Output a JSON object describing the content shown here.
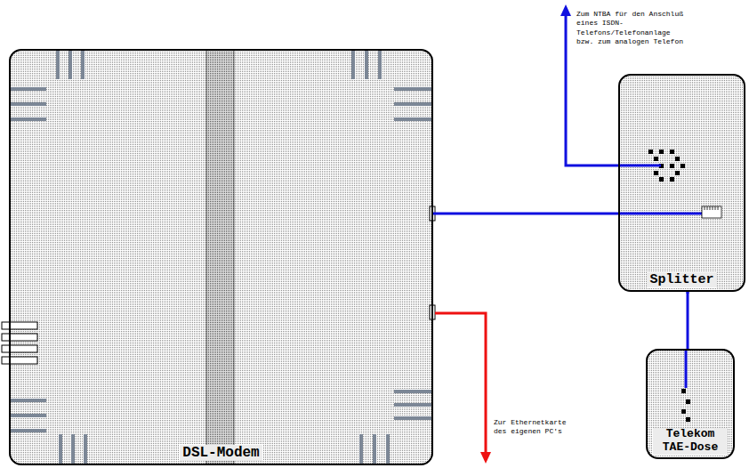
{
  "diagram": {
    "nodes": [
      {
        "text": [
          "DSL-Modem"
        ]
      },
      {
        "text": [
          "Splitter"
        ]
      },
      {
        "text": [
          "Telekom TAE-Dose"
        ]
      }
    ],
    "edges": [
      {
        "from": 0,
        "to": 1,
        "arrow": "none"
      },
      {
        "from": 1,
        "to": 2,
        "arrow": "none"
      }
    ],
    "labels": [
      "Zum NTBA für den Anschluß eines ISDN-Telefons/Telefonanlage bzw. zum analogen Telefon",
      "Zur Ethernetkarte des eigenen PC's"
    ]
  }
}
